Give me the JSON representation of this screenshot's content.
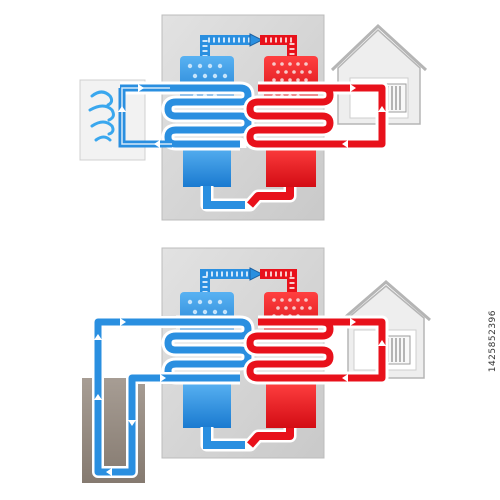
{
  "watermark_text": "1425852396",
  "colors": {
    "hot": "#e8111b",
    "hot_dots": "#f7c9c9",
    "cold": "#2a8fe0",
    "cold_dots": "#bfe0fb",
    "panel": "#d4d4d4",
    "panel_stroke": "#b5b5b5",
    "ground": "#978c83",
    "coil_ring": "#ffffff"
  },
  "icons": {
    "wind": "wind-swirl-icon",
    "house": "house-icon",
    "radiator": "radiator-icon",
    "compressor": "compressor-valve-icon",
    "arrows": "flow-arrow-icon"
  },
  "diagrams": [
    {
      "name": "air-source",
      "heat_source": "air"
    },
    {
      "name": "ground-source",
      "heat_source": "ground"
    }
  ]
}
